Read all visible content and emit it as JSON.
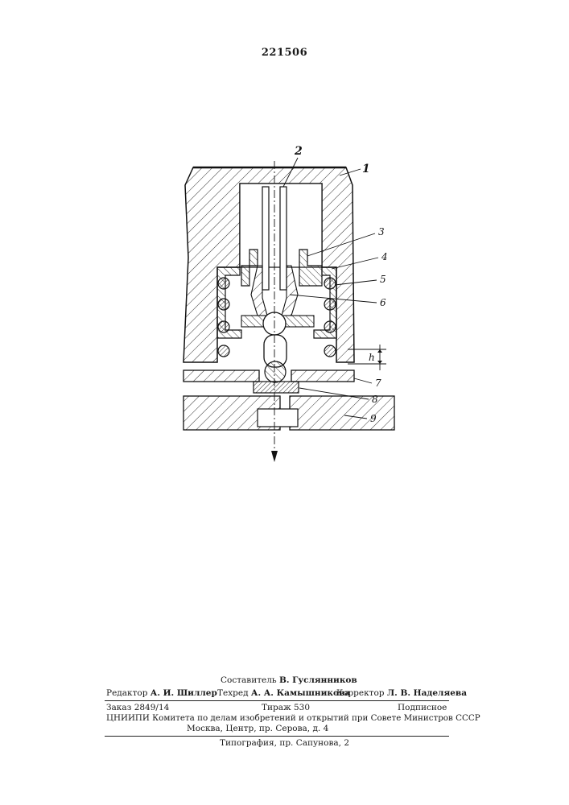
{
  "patent_number": "221506",
  "callouts": {
    "l1": "1",
    "l2": "2",
    "l3": "3",
    "l4": "4",
    "l5": "5",
    "l6": "6",
    "l7": "7",
    "l8": "8",
    "l9": "9",
    "h": "h"
  },
  "imprint": {
    "compiler_label": "Составитель",
    "compiler_name": "В. Гуслянников",
    "editor_label": "Редактор",
    "editor_name": "А. И. Шиллер",
    "techred_label": "Техред",
    "techred_name": "А. А. Камышникова",
    "corrector_label": "Корректор",
    "corrector_name": "Л. В. Наделяева",
    "order": "Заказ 2849/14",
    "circulation": "Тираж 530",
    "subscription": "Подписное",
    "institute": "ЦНИИПИ Комитета по делам изобретений и открытий при Совете Министров СССР",
    "address": "Москва, Центр, пр. Серова, д. 4",
    "printer": "Типография, пр. Сапунова, 2"
  }
}
